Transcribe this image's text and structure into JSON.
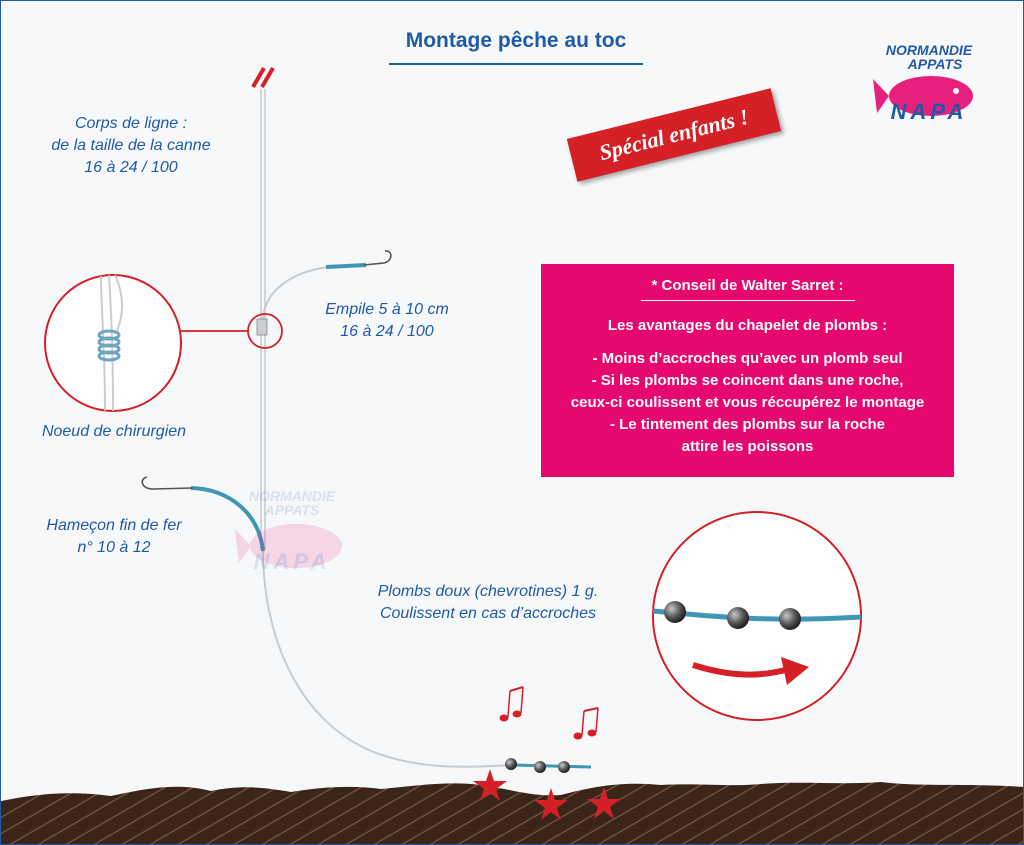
{
  "title": "Montage pêche au toc",
  "badge": "Spécial enfants !",
  "labels": {
    "line_body": [
      "Corps de ligne :",
      "de la taille de la canne",
      "16 à 24 / 100"
    ],
    "snood": [
      "Empile 5 à 10 cm",
      "16 à 24 / 100"
    ],
    "knot": "Noeud de chirurgien",
    "hook": [
      "Hameçon fin de fer",
      "n° 10 à 12"
    ],
    "weights": [
      "Plombs doux (chevrotines) 1 g.",
      "Coulissent en cas d’accroches"
    ]
  },
  "advice": {
    "heading": "* Conseil de Walter Sarret :",
    "subheading": "Les avantages du chapelet de plombs :",
    "lines": [
      "- Moins d’accroches qu’avec un plomb seul",
      "- Si les plombs se coincent dans une roche,",
      "ceux-ci coulissent et vous réccupérez le montage",
      "- Le tintement des plombs sur la roche",
      "attire les poissons"
    ]
  },
  "logo": {
    "line1": "NORMANDIE",
    "line2": "APPATS",
    "line3": "NAPA"
  },
  "colors": {
    "brand_blue": "#1f5aa8",
    "advice_pink": "#e6086f",
    "badge_red": "#d42026",
    "seabed_brown": "#3b2418",
    "line_teal": "#3f97b5"
  }
}
